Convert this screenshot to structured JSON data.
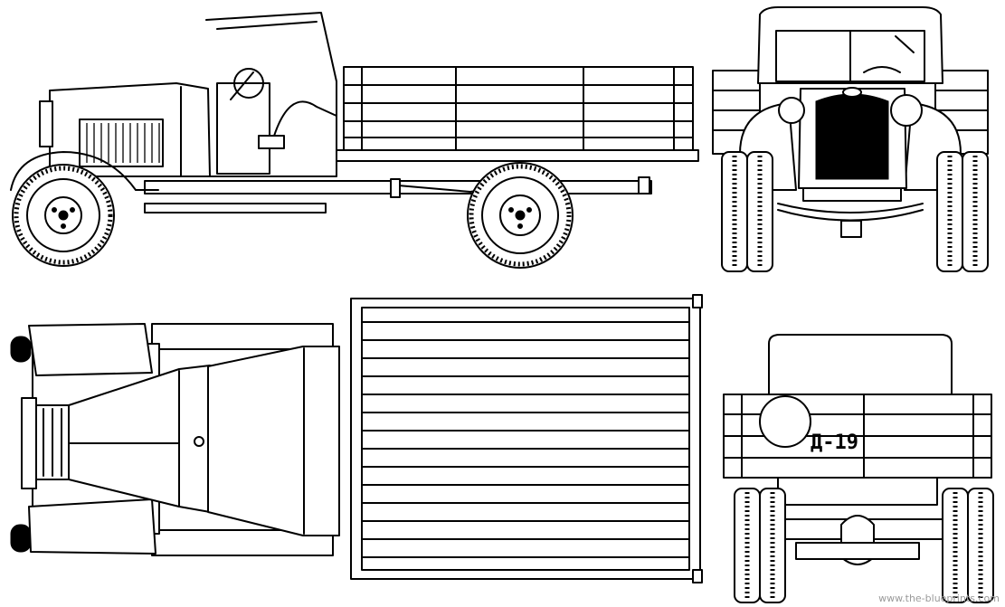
{
  "blueprint": {
    "views": [
      "side-view",
      "front-view",
      "top-view",
      "rear-view"
    ],
    "rear_plate_text": "Д-19",
    "watermark": "www.the-blueprints.com",
    "colors": {
      "line": "#000000",
      "paper": "#ffffff",
      "watermark": "#9a9a9a"
    }
  }
}
